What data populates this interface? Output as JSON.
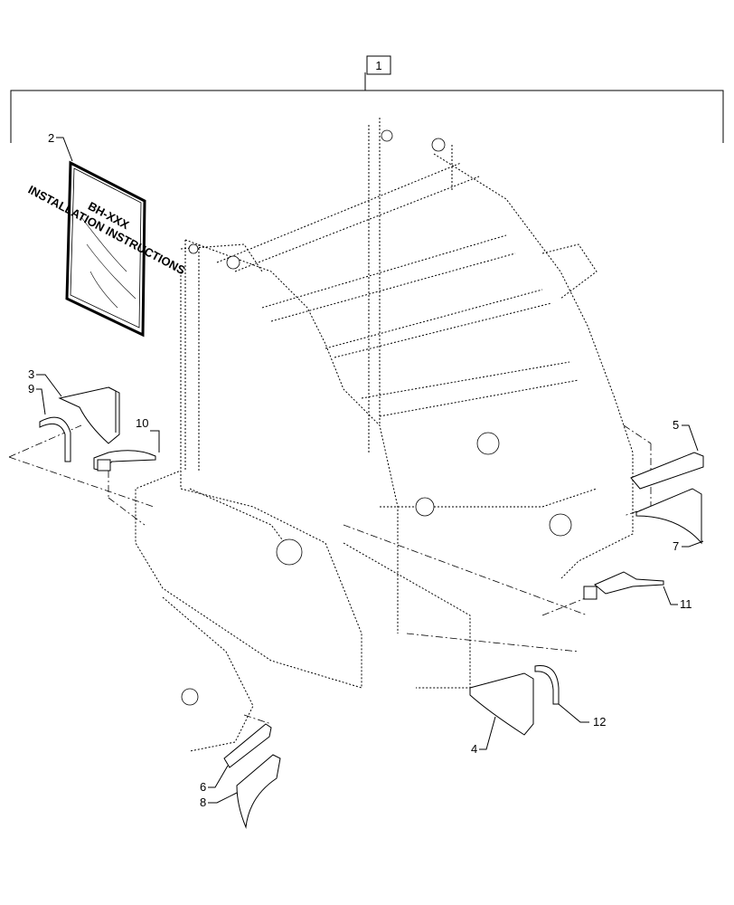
{
  "diagram": {
    "assembly_callout": "1",
    "callouts": [
      {
        "id": "c2",
        "label": "2"
      },
      {
        "id": "c3",
        "label": "3"
      },
      {
        "id": "c9",
        "label": "9"
      },
      {
        "id": "c10",
        "label": "10"
      },
      {
        "id": "c5",
        "label": "5"
      },
      {
        "id": "c7",
        "label": "7"
      },
      {
        "id": "c11",
        "label": "11"
      },
      {
        "id": "c12",
        "label": "12"
      },
      {
        "id": "c4",
        "label": "4"
      },
      {
        "id": "c6",
        "label": "6"
      },
      {
        "id": "c8",
        "label": "8"
      }
    ],
    "booklet": {
      "line1": "BH-XXX",
      "line2": "INSTALLATION INSTRUCTIONS"
    }
  }
}
